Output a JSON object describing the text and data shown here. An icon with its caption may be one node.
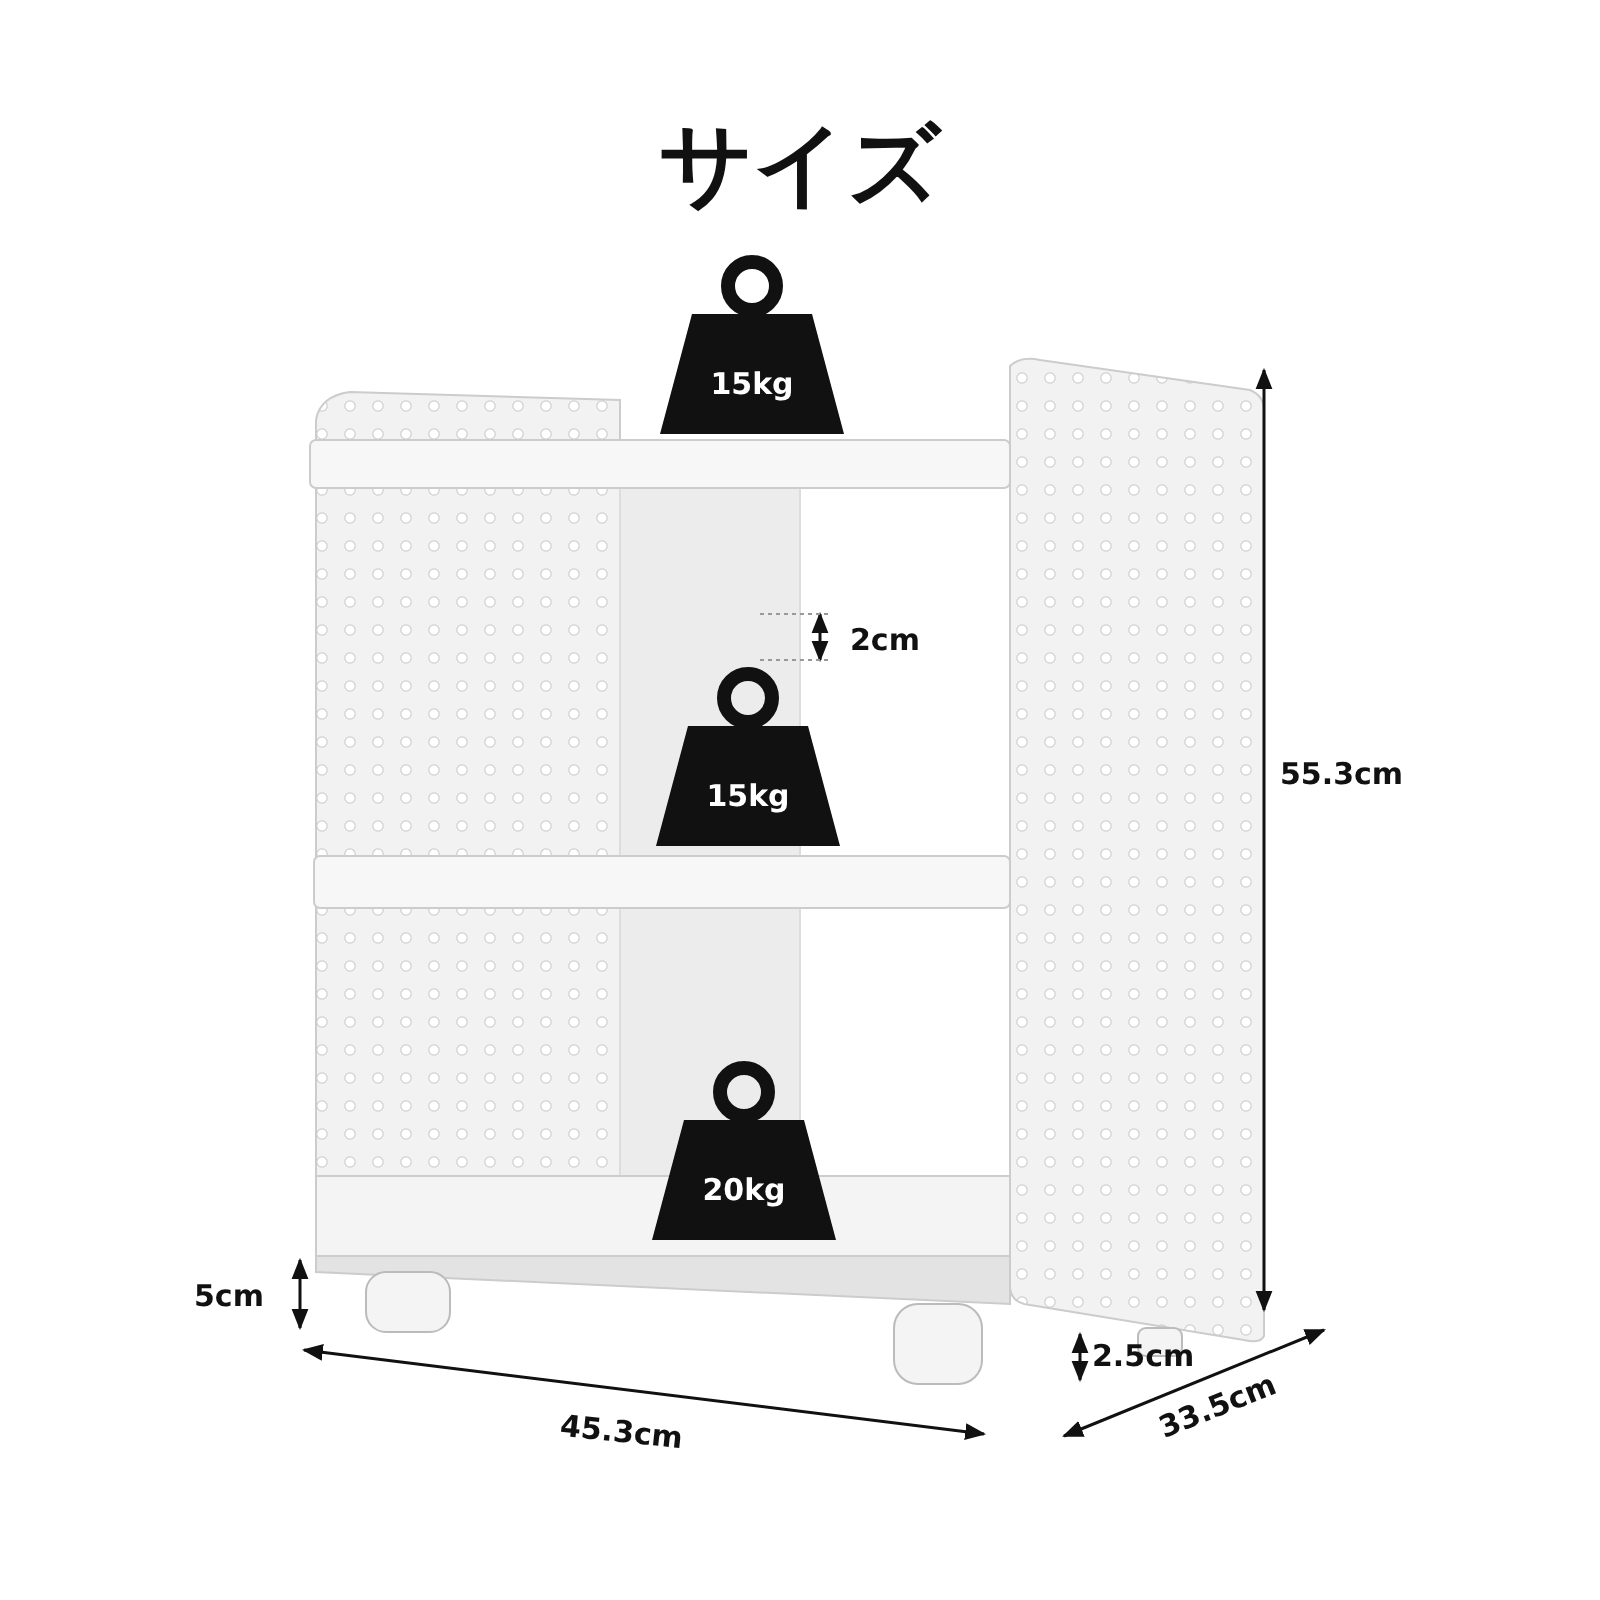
{
  "diagram": {
    "title": "サイズ",
    "labels": [
      "15kg",
      "2cm",
      "15kg",
      "55.3cm",
      "20kg",
      "5cm",
      "2.5cm",
      "45.3cm",
      "33.5cm"
    ]
  }
}
